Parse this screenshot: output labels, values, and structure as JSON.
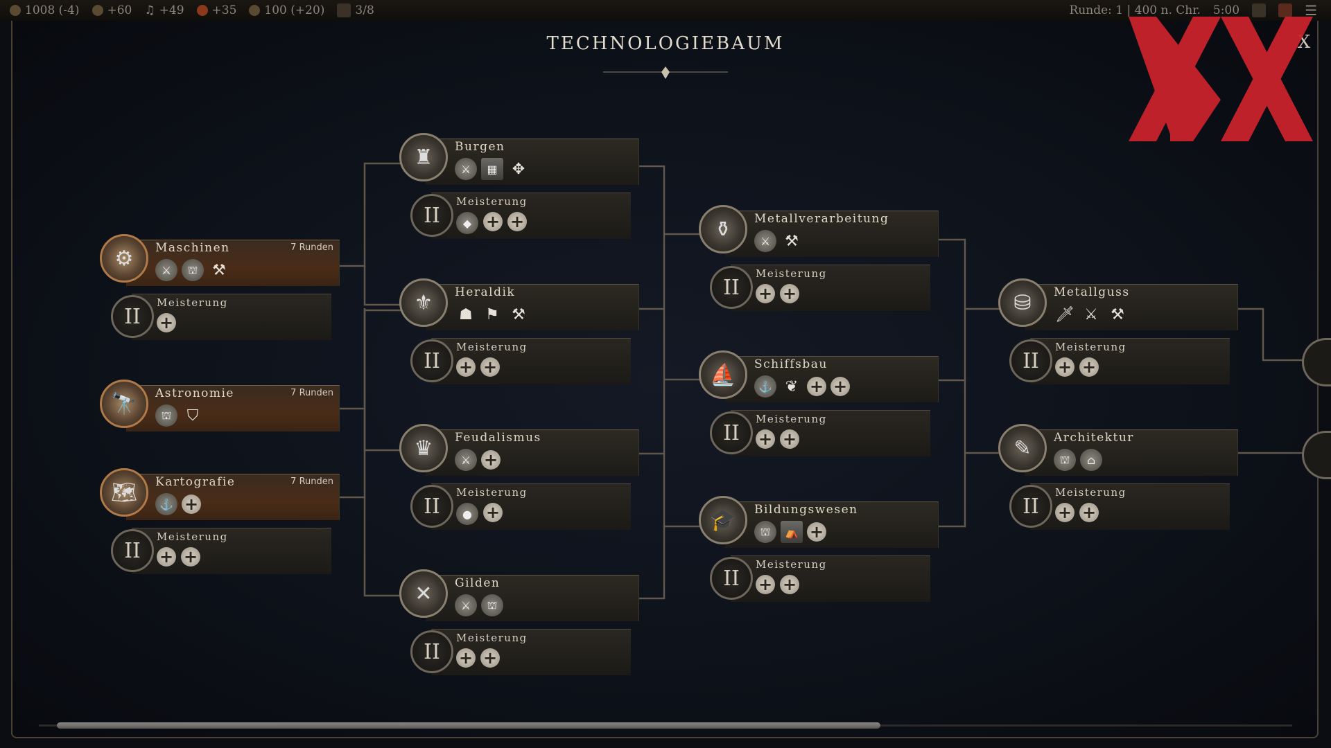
{
  "topbar": {
    "gold": "1008 (-4)",
    "production": "+60",
    "culture": "+49",
    "faith": "+35",
    "influence": "100 (+20)",
    "cities": "3/8",
    "round": "Runde: 1",
    "year": "400 n. Chr.",
    "time": "5:00"
  },
  "title": "TECHNOLOGIEBAUM",
  "close_label": "X",
  "mastery_label": "Meisterung",
  "mastery_numeral": "II",
  "techs": {
    "maschinen": {
      "name": "Maschinen",
      "turns": "7 Runden",
      "researching": true
    },
    "astronomie": {
      "name": "Astronomie",
      "turns": "7 Runden",
      "researching": true
    },
    "kartografie": {
      "name": "Kartografie",
      "turns": "7 Runden",
      "researching": true
    },
    "burgen": {
      "name": "Burgen"
    },
    "heraldik": {
      "name": "Heraldik"
    },
    "feudalismus": {
      "name": "Feudalismus"
    },
    "gilden": {
      "name": "Gilden"
    },
    "metallverarbeitung": {
      "name": "Metallverarbeitung"
    },
    "schiffsbau": {
      "name": "Schiffsbau"
    },
    "bildungswesen": {
      "name": "Bildungswesen"
    },
    "metallguss": {
      "name": "Metallguss"
    },
    "architektur": {
      "name": "Architektur"
    }
  },
  "colors": {
    "accent": "#b07a48",
    "logo_red": "#c8232c"
  }
}
